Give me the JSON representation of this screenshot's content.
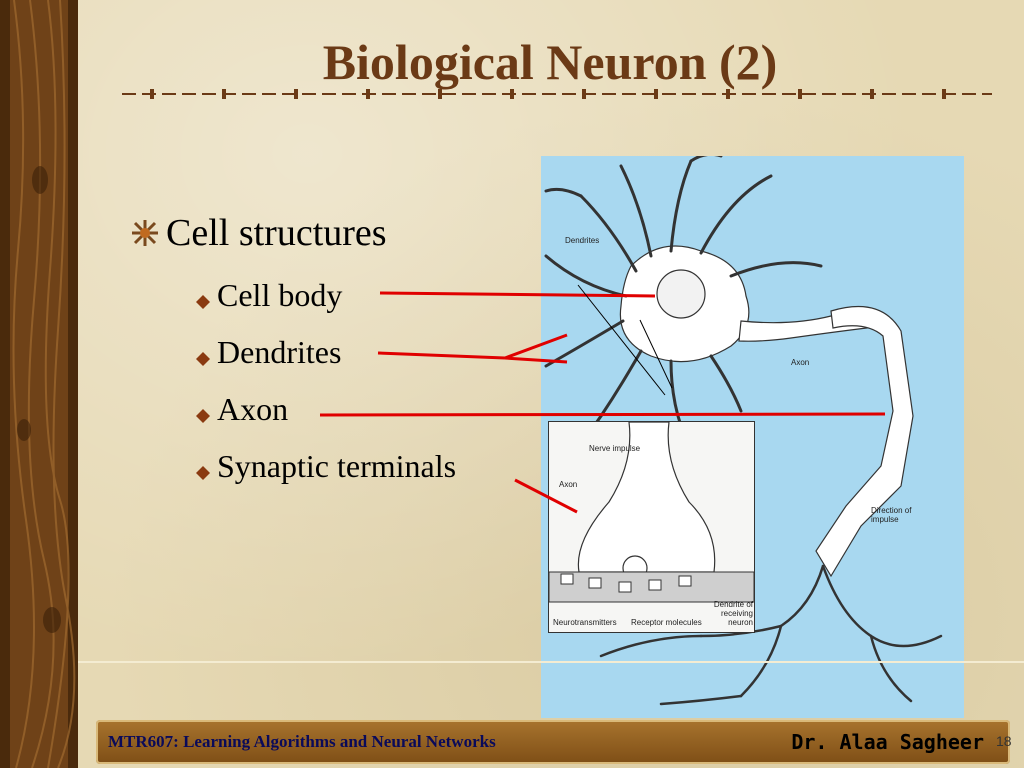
{
  "slide": {
    "title": "Biological Neuron (2)",
    "main_bullet": "Cell structures",
    "sub_bullets": [
      "Cell body",
      "Dendrites",
      "Axon",
      "Synaptic terminals"
    ]
  },
  "figure": {
    "labels": {
      "dendrites": "Dendrites",
      "axon": "Axon",
      "direction": "Direction of impulse",
      "nerve_impulse": "Nerve impulse",
      "inset_axon": "Axon",
      "neurotransmitters": "Neurotransmitters",
      "receptor": "Receptor molecules",
      "dendrite_receiving": "Dendrite of receiving neuron"
    }
  },
  "footer": {
    "course": "MTR607: Learning Algorithms and Neural Networks",
    "author": "Dr. Alaa Sagheer",
    "page": "18"
  },
  "colors": {
    "title": "#6b3a16",
    "sidebar": "#7a4a1e",
    "background": "#e6d9b4",
    "figure_bg": "#a8d8f0",
    "pointer_lines": "#e00000"
  }
}
